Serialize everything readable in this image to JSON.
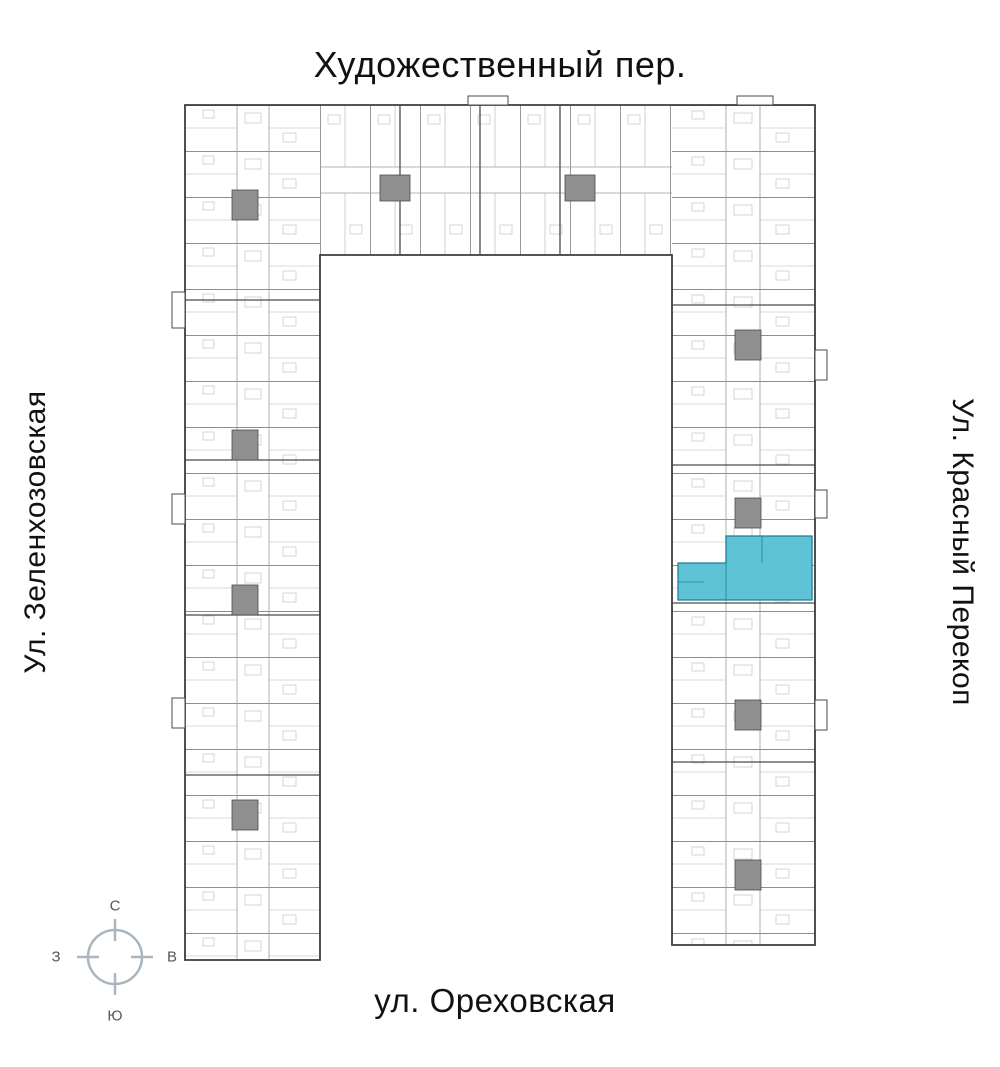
{
  "streets": {
    "top": "Художественный пер.",
    "left": "Ул. Зеленхозовская",
    "right": "Ул. Красный Перекоп",
    "bottom": "ул. Ореховская"
  },
  "compass": {
    "north": "С",
    "east": "В",
    "south": "Ю",
    "west": "З"
  },
  "plan": {
    "highlight_color": "#5ec3d5",
    "highlight_outline": "#1d7f95",
    "outline_color": "#3c3c3c"
  }
}
